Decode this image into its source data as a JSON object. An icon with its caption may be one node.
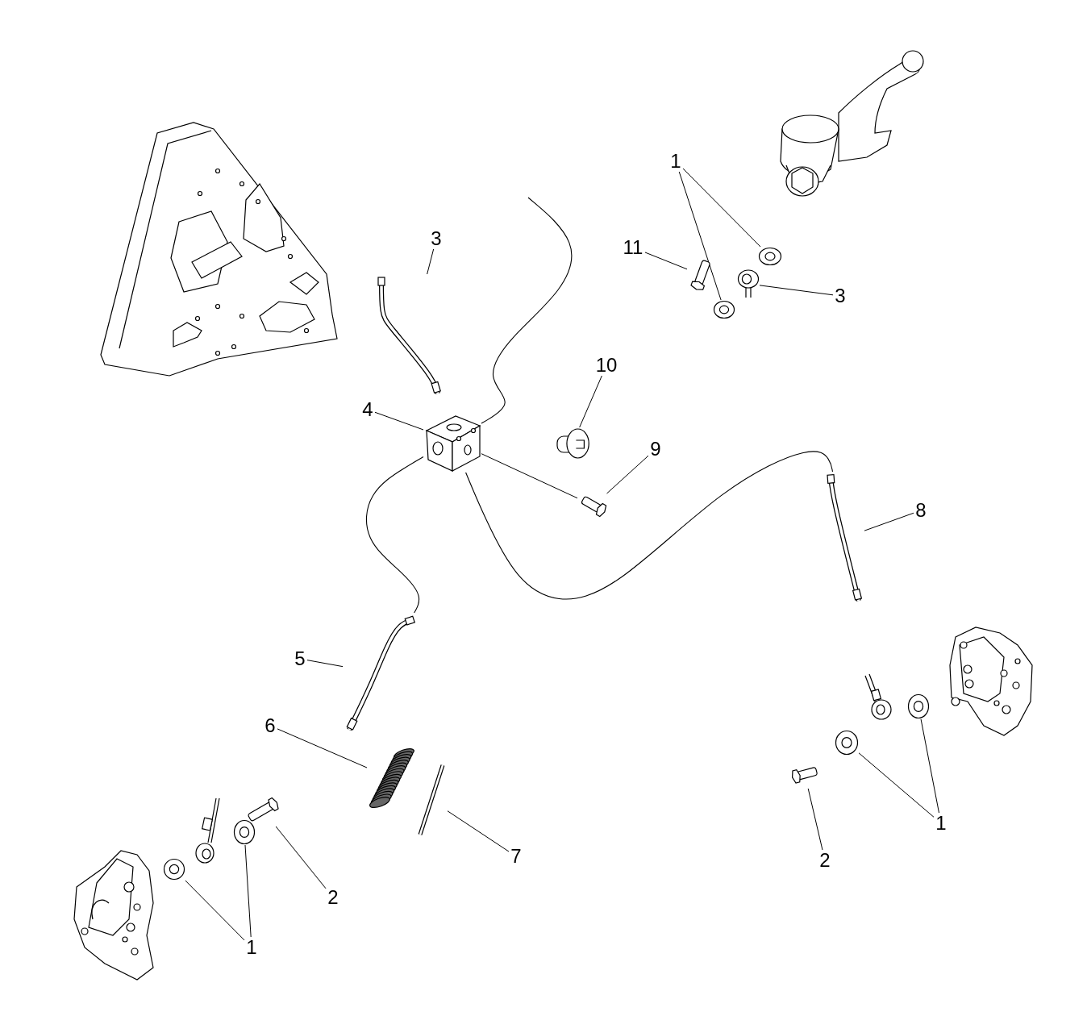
{
  "diagram": {
    "nodes": [
      {
        "text": [
          "1"
        ]
      },
      {
        "text": [],
        "shape": "washer"
      },
      {
        "text": [],
        "shape": "washer"
      },
      {
        "text": [
          "11"
        ]
      },
      {
        "text": [],
        "shape": "bolt"
      },
      {
        "text": [
          "3"
        ]
      },
      {
        "text": [],
        "shape": "banjo"
      },
      {
        "text": [
          "3"
        ]
      },
      {
        "text": [],
        "shape": "tube"
      },
      {
        "text": [
          "4"
        ]
      },
      {
        "text": [],
        "shape": "block"
      },
      {
        "text": [
          "10"
        ]
      },
      {
        "text": [],
        "shape": "fitting"
      },
      {
        "text": [
          "9"
        ]
      },
      {
        "text": [],
        "shape": "bolt"
      },
      {
        "text": [
          "8"
        ]
      },
      {
        "text": [],
        "shape": "tube"
      },
      {
        "text": [
          "5"
        ]
      },
      {
        "text": [],
        "shape": "tube"
      },
      {
        "text": [
          "6"
        ]
      },
      {
        "text": [],
        "shape": "spring"
      },
      {
        "text": [
          "7"
        ]
      },
      {
        "text": [],
        "shape": "rod"
      },
      {
        "text": [
          "2"
        ]
      },
      {
        "text": [],
        "shape": "bolt"
      },
      {
        "text": [
          "1"
        ]
      },
      {
        "text": [],
        "shape": "washer"
      },
      {
        "text": [],
        "shape": "washer"
      },
      {
        "text": [
          "2"
        ]
      },
      {
        "text": [],
        "shape": "bolt"
      },
      {
        "text": [
          "1"
        ]
      },
      {
        "text": [],
        "shape": "washer"
      },
      {
        "text": [],
        "shape": "washer"
      }
    ],
    "edges": [
      {
        "from": 0,
        "to": 1,
        "arrow": "none"
      },
      {
        "from": 0,
        "to": 2,
        "arrow": "none"
      },
      {
        "from": 3,
        "to": 4,
        "arrow": "none"
      },
      {
        "from": 5,
        "to": 6,
        "arrow": "none"
      },
      {
        "from": 7,
        "to": 8,
        "arrow": "none"
      },
      {
        "from": 9,
        "to": 10,
        "arrow": "none"
      },
      {
        "from": 11,
        "to": 12,
        "arrow": "none"
      },
      {
        "from": 13,
        "to": 14,
        "arrow": "none"
      },
      {
        "from": 10,
        "to": 14,
        "arrow": "none"
      },
      {
        "from": 15,
        "to": 16,
        "arrow": "none"
      },
      {
        "from": 17,
        "to": 18,
        "arrow": "none"
      },
      {
        "from": 19,
        "to": 20,
        "arrow": "none"
      },
      {
        "from": 21,
        "to": 22,
        "arrow": "none"
      },
      {
        "from": 23,
        "to": 24,
        "arrow": "none"
      },
      {
        "from": 25,
        "to": 26,
        "arrow": "none"
      },
      {
        "from": 25,
        "to": 27,
        "arrow": "none"
      },
      {
        "from": 28,
        "to": 29,
        "arrow": "none"
      },
      {
        "from": 30,
        "to": 31,
        "arrow": "none"
      },
      {
        "from": 30,
        "to": 32,
        "arrow": "none"
      },
      {
        "from": 10,
        "to": 18,
        "arrow": "none"
      },
      {
        "from": 10,
        "to": 16,
        "arrow": "none"
      },
      {
        "from": null,
        "to": 10,
        "arrow": "none"
      }
    ]
  }
}
